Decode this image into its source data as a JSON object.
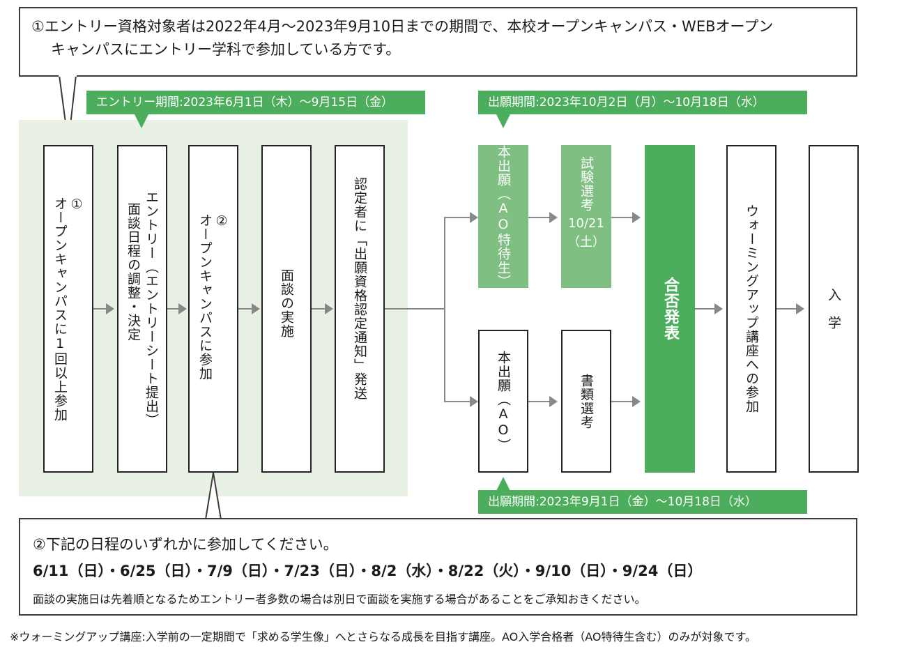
{
  "top_callout": {
    "line1": "①エントリー資格対象者は2022年4月～2023年9月10日までの期間で、本校オープンキャンパス・WEBオープン",
    "line2": "キャンパスにエントリー学科で参加している方です。"
  },
  "banners": {
    "entry_period": "エントリー期間:2023年6月1日（木）～9月15日（金）",
    "application_period_ao_tokutai": "出願期間:2023年10月2日（月）～10月18日（水）",
    "application_period_ao": "出願期間:2023年9月1日（金）～10月18日（水）"
  },
  "steps": {
    "step1": "①\nオープンキャンパスに1回以上参加",
    "step2_main": "エントリー（エントリーシート提出）",
    "step2_sub": "面談日程の調整・決定",
    "step3": "②\nオープンキャンパスに参加",
    "step4": "面談の実施",
    "step5": "認定者に「出願資格認定通知」発送",
    "tokutai_apply": "本出願（AO特待生）",
    "exam": "試験選考",
    "exam_date": "10/21",
    "exam_day": "（土）",
    "ao_apply": "本出願（AO）",
    "document_screening": "書類選考",
    "result": "合否発表",
    "warming_up": "ウォーミングアップ講座への参加",
    "admission": "入　学"
  },
  "bottom_callout": {
    "heading": "②下記の日程のいずれかに参加してください。",
    "dates": "6/11（日）・6/25（日）・7/9（日）・7/23（日）・8/2（水）・8/22（火）・9/10（日）・9/24（日）",
    "note": "面談の実施日は先着順となるためエントリー者多数の場合は別日で面談を実施する場合があることをご承知おきください。"
  },
  "footnote": "※ウォーミングアップ講座:入学前の一定期間で「求める学生像」へとさらなる成長を目指す講座。AO入学合格者（AO特待生含む）のみが対象です。",
  "colors": {
    "green_dark": "#4cae5c",
    "green_light": "#7fbf82",
    "green_region": "#e8f1e4",
    "border": "#222222",
    "connector": "#888888"
  }
}
